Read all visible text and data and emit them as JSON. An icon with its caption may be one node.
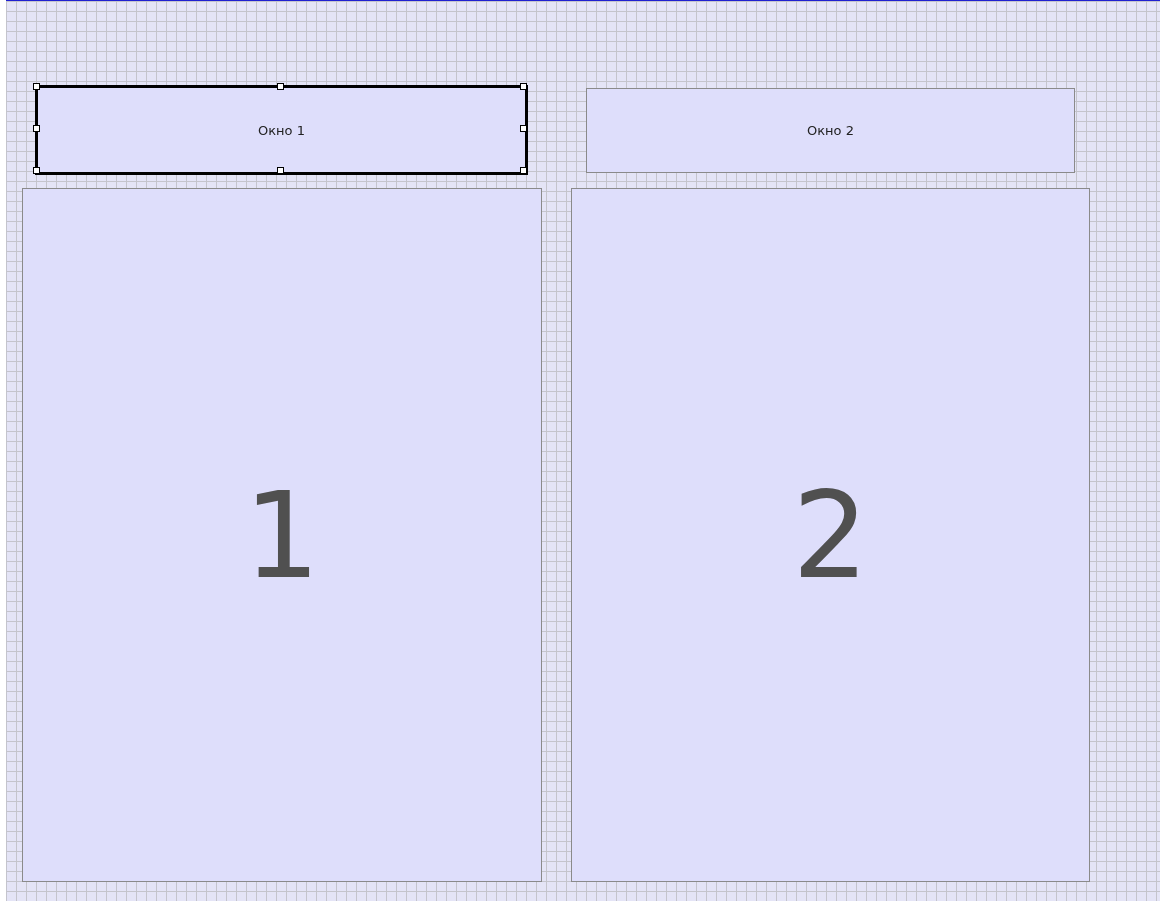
{
  "diagram": {
    "nodes": [
      {
        "text": [
          "Окно 1"
        ]
      },
      {
        "text": [
          "Окно 2"
        ]
      },
      {
        "text": [
          "1"
        ]
      },
      {
        "text": [
          "2"
        ]
      }
    ]
  }
}
